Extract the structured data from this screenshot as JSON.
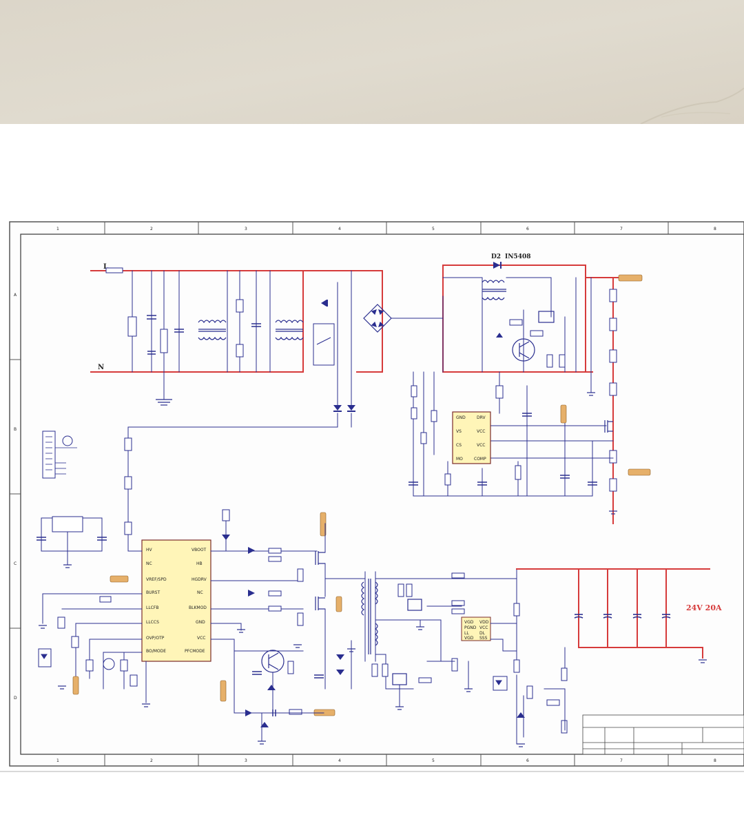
{
  "colors": {
    "paper_top": "#ded8cb",
    "power_wire": "#d63a3a",
    "signal_wire": "#2a2e8f",
    "component": "#2a2e8f",
    "ic_fill": "#fff5b8",
    "label_tag": "#e6b06a",
    "border": "#444444"
  },
  "icons": [
    "ground-symbol",
    "diode",
    "bridge-rectifier",
    "transformer",
    "mosfet",
    "bjt-transistor",
    "capacitor",
    "resistor",
    "inductor",
    "optocoupler",
    "relay"
  ],
  "labels": {
    "line_live": "L",
    "line_neutral": "N",
    "d2_name": "D2",
    "d2_part": "IN5408",
    "output_rating": "24V 20A"
  },
  "frame": {
    "top_col_ticks": [
      "1",
      "2",
      "3",
      "4",
      "5",
      "6",
      "7",
      "8"
    ],
    "bottom_col_ticks": [
      "1",
      "2",
      "3",
      "4",
      "5",
      "6",
      "7",
      "8"
    ],
    "row_ticks": [
      "A",
      "B",
      "C",
      "D"
    ]
  }
}
